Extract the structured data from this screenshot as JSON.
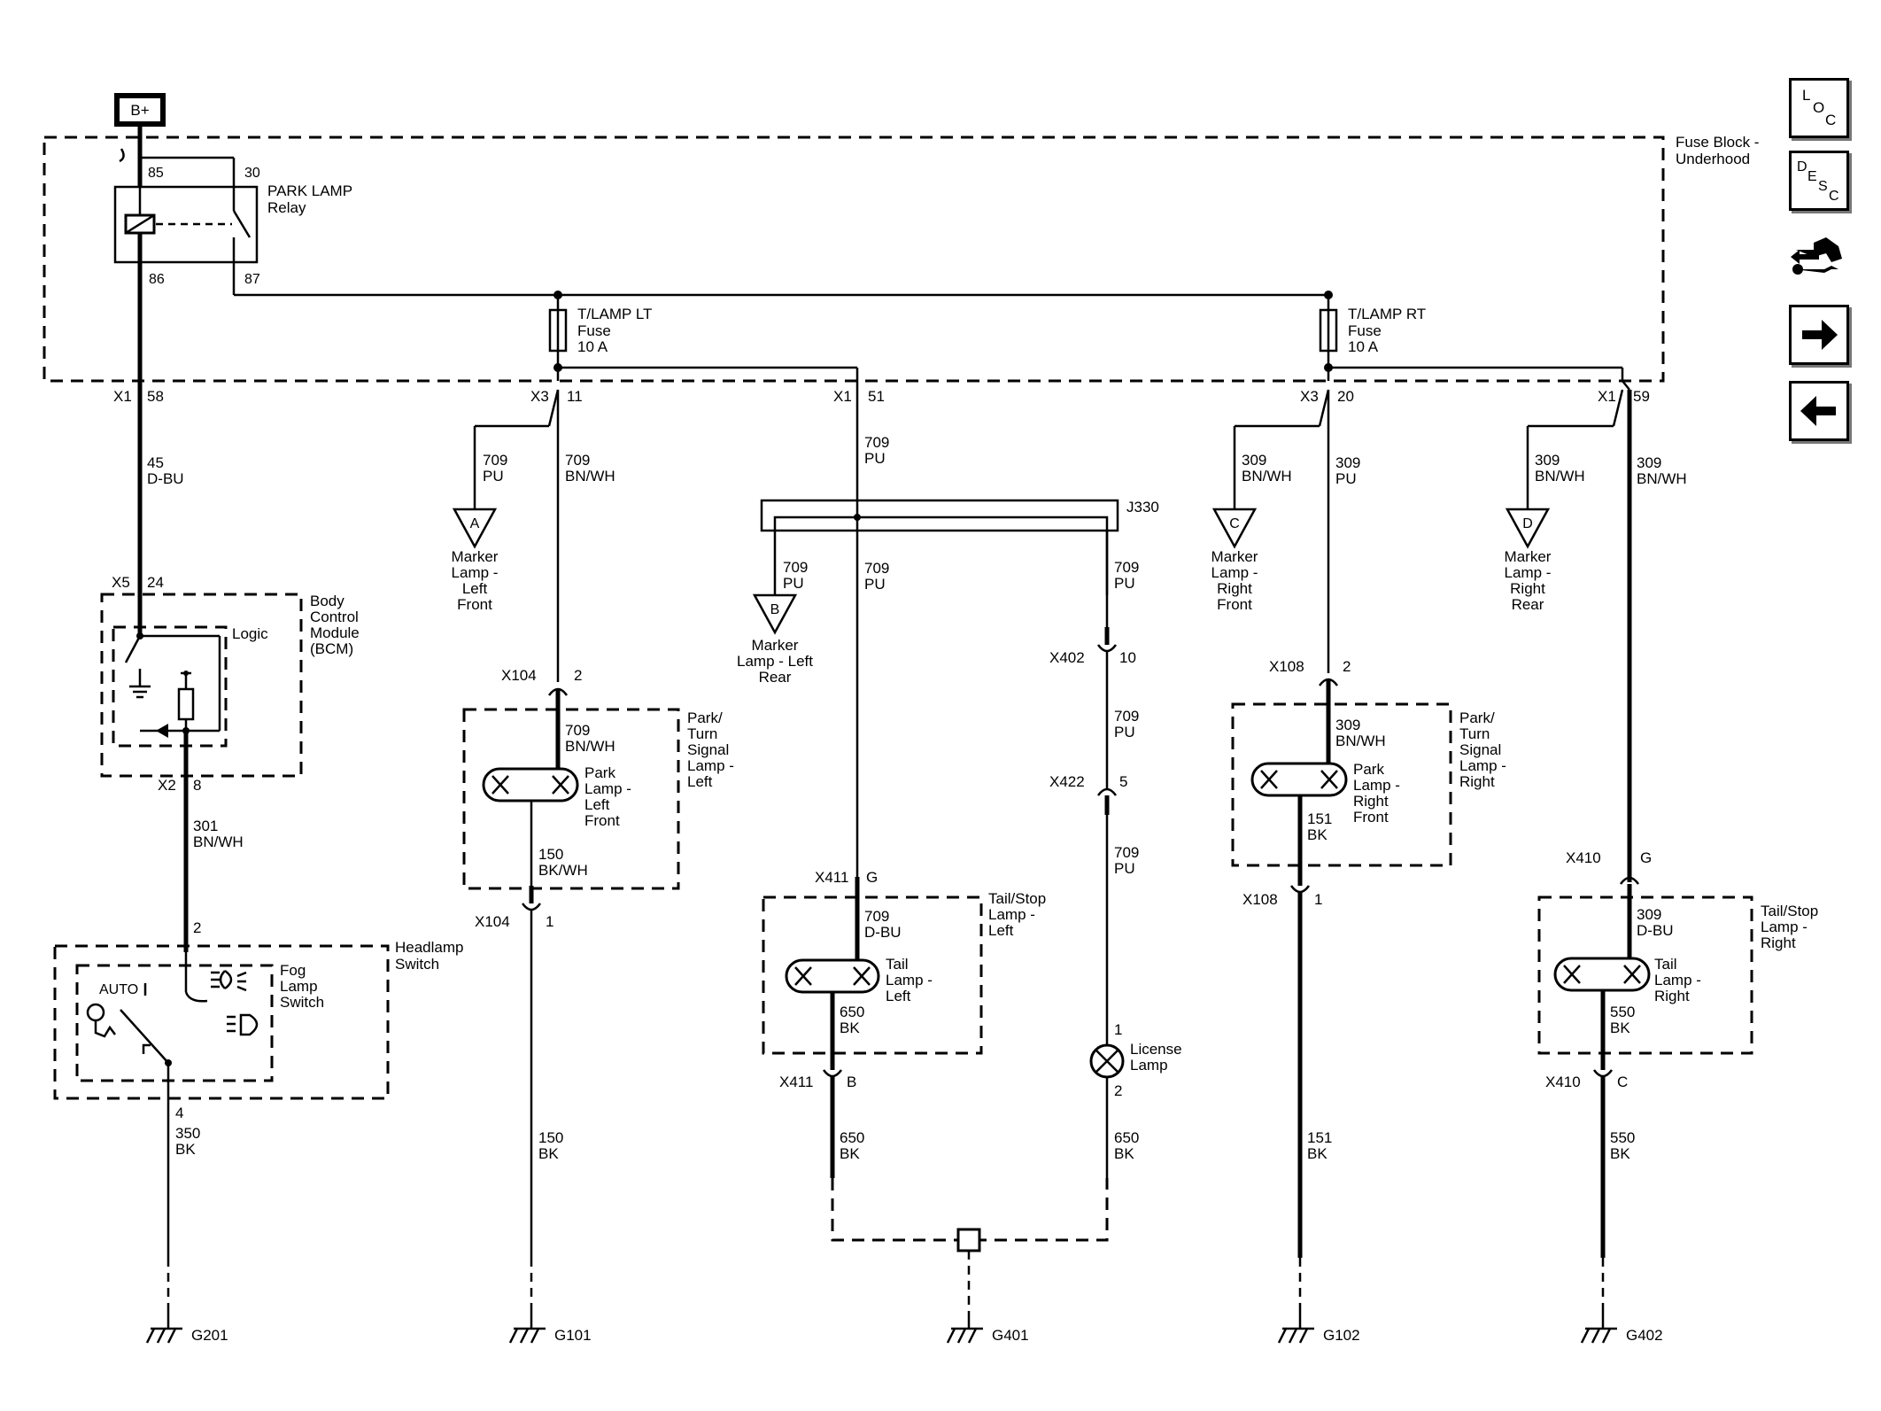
{
  "power": {
    "label": "B+"
  },
  "fuse_block": {
    "line1": "Fuse Block -",
    "line2": "Underhood"
  },
  "relay": {
    "line1": "PARK LAMP",
    "line2": "Relay",
    "pin85": "85",
    "pin30": "30",
    "pin86": "86",
    "pin87": "87"
  },
  "fuse_lt": {
    "line1": "T/LAMP LT",
    "line2": "Fuse",
    "line3": "10 A"
  },
  "fuse_rt": {
    "line1": "T/LAMP RT",
    "line2": "Fuse",
    "line3": "10 A"
  },
  "connectors": {
    "x1_58": {
      "name": "X1",
      "pin": "58"
    },
    "x3_11": {
      "name": "X3",
      "pin": "11"
    },
    "x1_51": {
      "name": "X1",
      "pin": "51"
    },
    "x3_20": {
      "name": "X3",
      "pin": "20"
    },
    "x1_59": {
      "name": "X1",
      "pin": "59"
    },
    "x5_24": {
      "name": "X5",
      "pin": "24"
    },
    "x2_8": {
      "name": "X2",
      "pin": "8"
    },
    "x104_2": {
      "name": "X104",
      "pin": "2"
    },
    "x104_1": {
      "name": "X104",
      "pin": "1"
    },
    "x411_g": {
      "name": "X411",
      "pin": "G"
    },
    "x411_b": {
      "name": "X411",
      "pin": "B"
    },
    "x402_10": {
      "name": "X402",
      "pin": "10"
    },
    "x422_5": {
      "name": "X422",
      "pin": "5"
    },
    "x108_2": {
      "name": "X108",
      "pin": "2"
    },
    "x108_1": {
      "name": "X108",
      "pin": "1"
    },
    "x410_g": {
      "name": "X410",
      "pin": "G"
    },
    "x410_c": {
      "name": "X410",
      "pin": "C"
    },
    "hs_2": {
      "pin": "2"
    },
    "hs_4": {
      "pin": "4"
    },
    "lic_1": {
      "pin": "1"
    },
    "lic_2": {
      "pin": "2"
    },
    "splice": {
      "name": "J330"
    }
  },
  "wires": {
    "w45": {
      "circuit": "45",
      "color": "D-BU"
    },
    "w709_a": {
      "circuit": "709",
      "color": "PU"
    },
    "w709_bnwh": {
      "circuit": "709",
      "color": "BN/WH"
    },
    "w709_main": {
      "circuit": "709",
      "color": "PU"
    },
    "w709_b": {
      "circuit": "709",
      "color": "PU"
    },
    "w709_main2": {
      "circuit": "709",
      "color": "PU"
    },
    "w709_lic": {
      "circuit": "709",
      "color": "PU"
    },
    "w709_x402": {
      "circuit": "709",
      "color": "PU"
    },
    "w709_x422": {
      "circuit": "709",
      "color": "PU"
    },
    "w709_pl": {
      "circuit": "709",
      "color": "BN/WH"
    },
    "w709_tl": {
      "circuit": "709",
      "color": "D-BU"
    },
    "w150_a": {
      "circuit": "150",
      "color": "BK/WH"
    },
    "w150_b": {
      "circuit": "150",
      "color": "BK"
    },
    "w650_a": {
      "circuit": "650",
      "color": "BK"
    },
    "w650_b": {
      "circuit": "650",
      "color": "BK"
    },
    "w650_c": {
      "circuit": "650",
      "color": "BK"
    },
    "w301": {
      "circuit": "301",
      "color": "BN/WH"
    },
    "w350": {
      "circuit": "350",
      "color": "BK"
    },
    "w309_c": {
      "circuit": "309",
      "color": "BN/WH"
    },
    "w309_pu": {
      "circuit": "309",
      "color": "PU"
    },
    "w309_d": {
      "circuit": "309",
      "color": "BN/WH"
    },
    "w309_bnwh": {
      "circuit": "309",
      "color": "BN/WH"
    },
    "w309_pr": {
      "circuit": "309",
      "color": "BN/WH"
    },
    "w309_tr": {
      "circuit": "309",
      "color": "D-BU"
    },
    "w151_a": {
      "circuit": "151",
      "color": "BK"
    },
    "w151_b": {
      "circuit": "151",
      "color": "BK"
    },
    "w550_a": {
      "circuit": "550",
      "color": "BK"
    },
    "w550_b": {
      "circuit": "550",
      "color": "BK"
    }
  },
  "components": {
    "marker_lf": {
      "id": "A",
      "l1": "Marker",
      "l2": "Lamp -",
      "l3": "Left",
      "l4": "Front"
    },
    "marker_lr": {
      "id": "B",
      "l1": "Marker",
      "l2": "Lamp - Left",
      "l3": "Rear"
    },
    "marker_rf": {
      "id": "C",
      "l1": "Marker",
      "l2": "Lamp -",
      "l3": "Right",
      "l4": "Front"
    },
    "marker_rr": {
      "id": "D",
      "l1": "Marker",
      "l2": "Lamp -",
      "l3": "Right",
      "l4": "Rear"
    },
    "bcm": {
      "l1": "Body",
      "l2": "Control",
      "l3": "Module",
      "l4": "(BCM)",
      "logic": "Logic"
    },
    "park_left": {
      "l1": "Park",
      "l2": "Lamp -",
      "l3": "Left",
      "l4": "Front"
    },
    "park_left_box": {
      "l1": "Park/",
      "l2": "Turn",
      "l3": "Signal",
      "l4": "Lamp -",
      "l5": "Left"
    },
    "park_right": {
      "l1": "Park",
      "l2": "Lamp -",
      "l3": "Right",
      "l4": "Front"
    },
    "park_right_box": {
      "l1": "Park/",
      "l2": "Turn",
      "l3": "Signal",
      "l4": "Lamp -",
      "l5": "Right"
    },
    "tail_left": {
      "l1": "Tail",
      "l2": "Lamp -",
      "l3": "Left"
    },
    "tail_left_box": {
      "l1": "Tail/Stop",
      "l2": "Lamp -",
      "l3": "Left"
    },
    "tail_right": {
      "l1": "Tail",
      "l2": "Lamp -",
      "l3": "Right"
    },
    "tail_right_box": {
      "l1": "Tail/Stop",
      "l2": "Lamp -",
      "l3": "Right"
    },
    "license": {
      "l1": "License",
      "l2": "Lamp"
    },
    "headlamp": {
      "l1": "Headlamp",
      "l2": "Switch"
    },
    "fog": {
      "l1": "Fog",
      "l2": "Lamp",
      "l3": "Switch",
      "auto": "AUTO"
    }
  },
  "grounds": [
    "G201",
    "G101",
    "G401",
    "G102",
    "G402"
  ],
  "nav_buttons": [
    {
      "name": "loc-button",
      "letters": [
        "L",
        "O",
        "C"
      ]
    },
    {
      "name": "desc-button",
      "letters": [
        "D",
        "E",
        "S",
        "C"
      ]
    },
    {
      "name": "connector-view-button",
      "icon": "connector-hand-icon"
    },
    {
      "name": "next-page-button",
      "icon": "arrow-right-icon"
    },
    {
      "name": "previous-page-button",
      "icon": "arrow-left-icon"
    }
  ]
}
